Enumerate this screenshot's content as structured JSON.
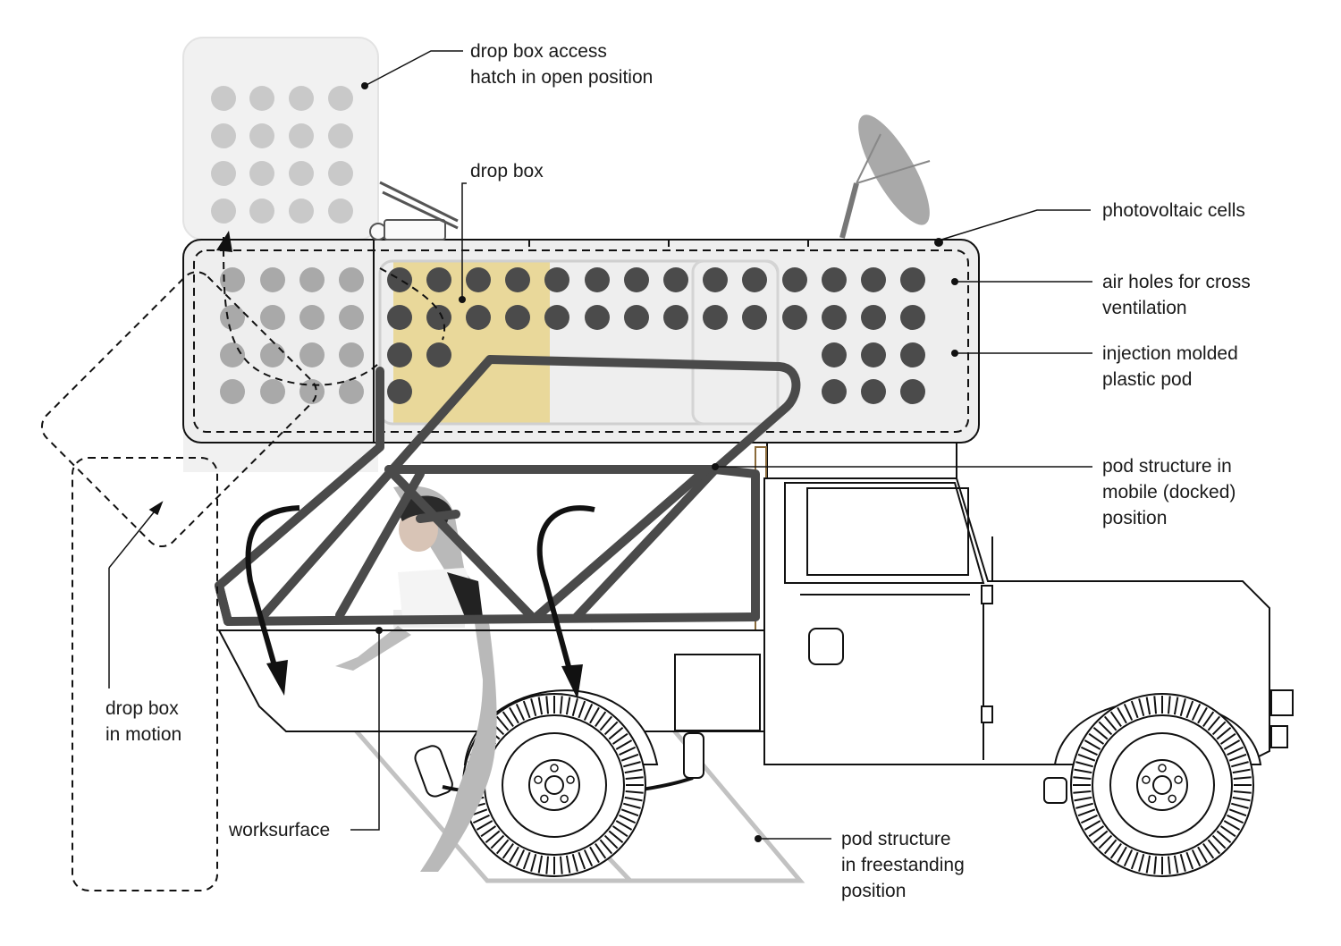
{
  "labels": {
    "hatch": "drop box access\nhatch in open position",
    "dropbox": "drop box",
    "pv": "photovoltaic cells",
    "air": "air holes for cross\nventilation",
    "pod": "injection molded\nplastic pod",
    "mobile": "pod structure in\nmobile (docked)\nposition",
    "motion": "drop box\nin motion",
    "worksurface": "worksurface",
    "freestanding": "pod structure\nin freestanding\nposition"
  },
  "colors": {
    "line": "#111111",
    "pod_fill": "#eeeeee",
    "hatch_fill": "#f1f1f1",
    "hole_dark": "#4b4b4b",
    "hole_faded": "#a9a9a9",
    "drop_box_yellow": "#e9d89a",
    "frame": "#4a4a4a",
    "ghost_frame": "#c2c2c2",
    "person": "#b9b9b9"
  },
  "icons": [
    "satellite-dish-icon",
    "person-figure",
    "vehicle-outline"
  ]
}
